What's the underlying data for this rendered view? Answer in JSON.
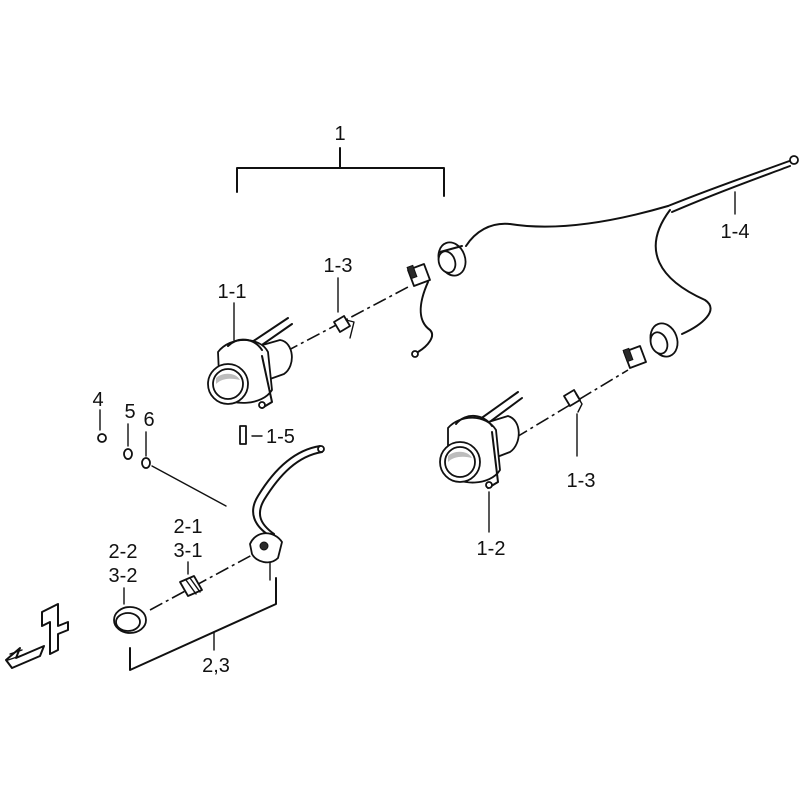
{
  "labels": {
    "l1": "1",
    "l1_1": "1-1",
    "l1_2": "1-2",
    "l1_3a": "1-3",
    "l1_3b": "1-3",
    "l1_4": "1-4",
    "l1_5": "1-5",
    "l2_1": "2-1",
    "l3_1": "3-1",
    "l2_2": "2-2",
    "l3_2": "3-2",
    "l2_3": "2,3",
    "l4": "4",
    "l5": "5",
    "l6": "6"
  },
  "colors": {
    "line": "#111111",
    "background": "#ffffff",
    "shade": "#bdbdbd"
  },
  "icons": {
    "front_indicator": "front-direction-arrow-icon"
  }
}
